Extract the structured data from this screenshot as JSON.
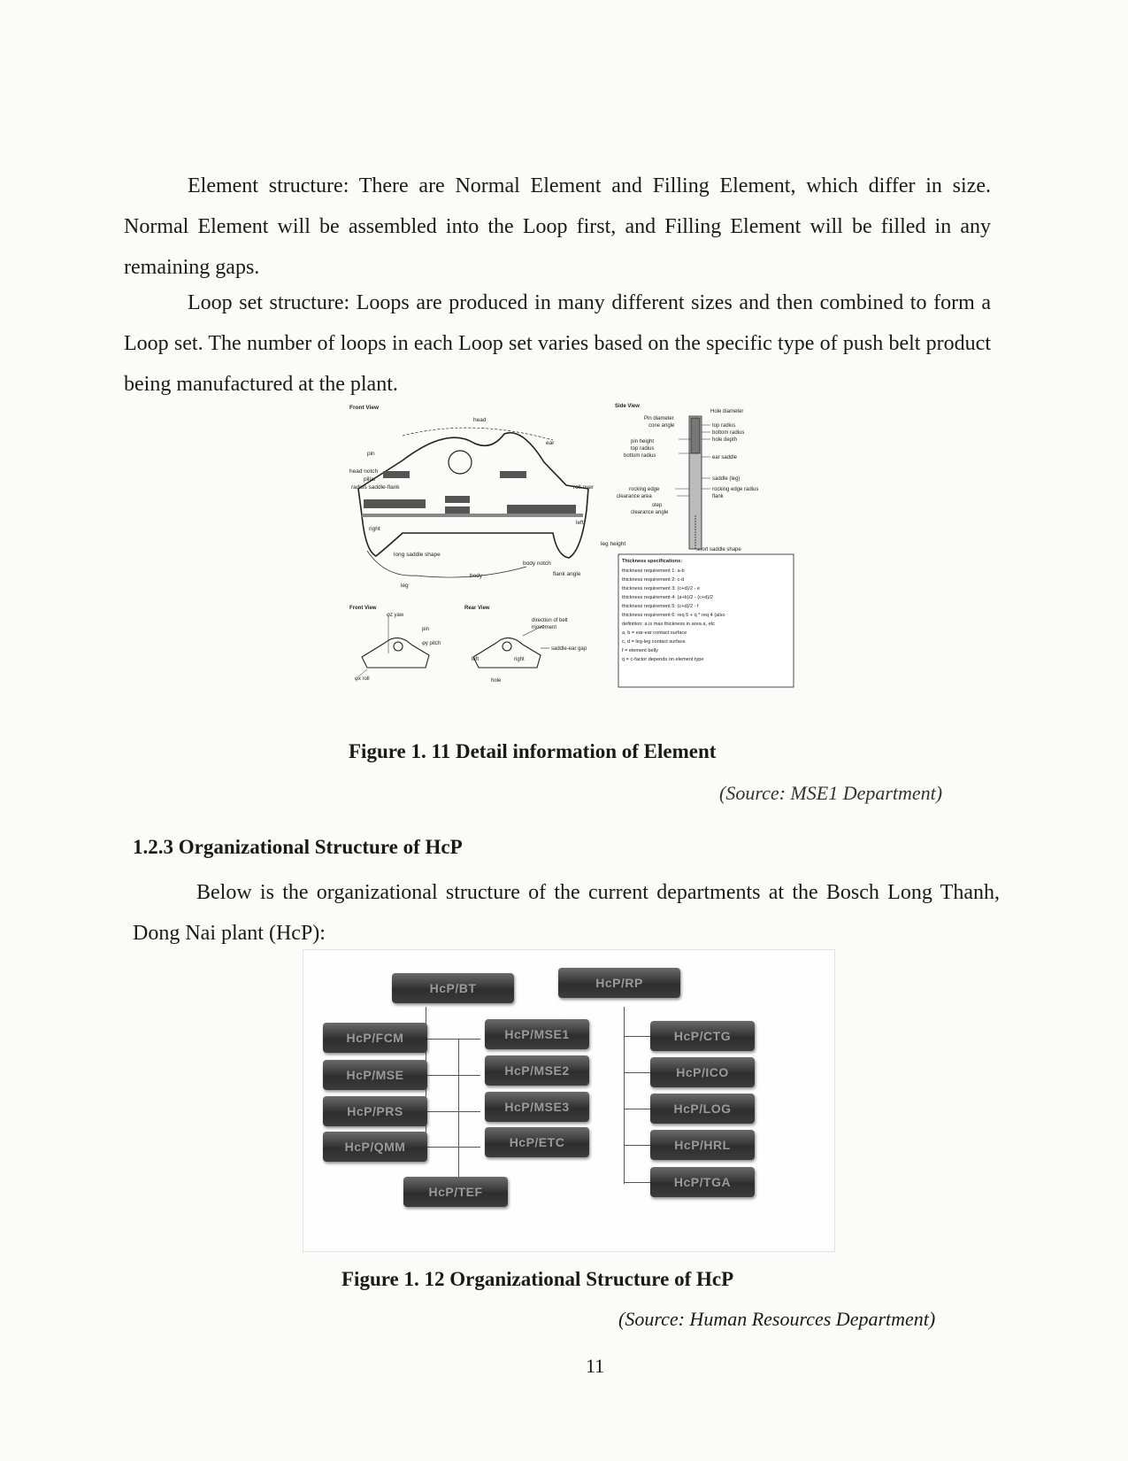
{
  "paragraphs": [
    "Element structure: There are Normal Element and Filling Element, which differ in size. Normal Element will be assembled into the Loop first, and Filling Element will be filled in any remaining gaps.",
    "Loop set structure:  Loops are produced in many different sizes and then combined to form a Loop set. The number of loops in each Loop set varies based on the specific type of push belt product being manufactured at the plant."
  ],
  "figure_11": {
    "front_view_title": "Front View",
    "front_labels": {
      "head": "head",
      "ear": "ear",
      "pin": "pin",
      "head_notch": "head notch",
      "pillar": "pillar",
      "radius_saddle_flank": "radius saddle-flank",
      "roll_over": "roll over",
      "right": "right",
      "left": "left",
      "leg_height": "leg height",
      "long_saddle_shape": "long saddle shape",
      "body_notch": "body notch",
      "flank_angle": "flank angle",
      "body": "body",
      "leg": "leg"
    },
    "side_view_title": "Side View",
    "side_labels": {
      "hole_diameter": "Hole diameter",
      "pin_diameter": "Pin diameter",
      "cone_angle": "cone angle",
      "pin_height": "pin height",
      "top_radius": "top radius",
      "bottom_radius": "bottom radius",
      "top_radius_r": "top radius",
      "bottom_radius_r": "bottom radius",
      "hole_depth": "hole depth",
      "ear_saddle": "ear saddle",
      "saddle_leg": "saddle (leg)",
      "rocking_edge": "rocking edge",
      "clearance_area": "clearance area",
      "rocking_edge_radius": "rocking edge radius",
      "flank": "flank",
      "step": "step",
      "clearance_angle": "clearance angle",
      "short_saddle_shape": "short saddle shape"
    },
    "thickness_box": {
      "title": "Thickness specifications:",
      "lines": [
        "thickness requirement 1: a-b",
        "thickness requirement 2: c-d",
        "thickness requirement 3: (c+d)/2 - e",
        "thickness requirement 4: (a+b)/2 - (c+d)/2",
        "thickness requirement 5: (c+d)/2 - f",
        "thickness requirement 6: req 5 + q * req 4 (also",
        "definition: a is max thickness in area a, etc",
        "a, b = ear-ear contact surface",
        "c, d = leg-leg contact surface",
        "f    = element belly",
        "q    = c-factor depends on element type"
      ]
    },
    "front_view2_title": "Front View",
    "rear_view_title": "Rear View",
    "axis_labels": {
      "yaw": "φz yaw",
      "pin": "pin",
      "pitch": "φy pitch",
      "roll": "φx roll"
    },
    "rear_labels": {
      "direction": "direction of belt",
      "movement": "movement",
      "saddle_ear_gap": "saddle-ear gap",
      "left": "left",
      "right": "right",
      "hole": "hole"
    }
  },
  "figure_11_caption": "Figure 1. 11 Detail information of Element",
  "figure_11_source": "(Source: MSE1 Department)",
  "section_heading": "1.2.3 Organizational Structure of HcP",
  "section_paragraph": "Below is the organizational structure of the current departments at the Bosch Long Thanh, Dong Nai plant (HcP):",
  "org_chart": {
    "top": [
      "HcP/BT",
      "HcP/RP"
    ],
    "left": [
      "HcP/FCM",
      "HcP/MSE",
      "HcP/PRS",
      "HcP/QMM"
    ],
    "middle": [
      "HcP/MSE1",
      "HcP/MSE2",
      "HcP/MSE3",
      "HcP/ETC"
    ],
    "right": [
      "HcP/CTG",
      "HcP/ICO",
      "HcP/LOG",
      "HcP/HRL",
      "HcP/TGA"
    ],
    "bottom": "HcP/TEF"
  },
  "figure_12_caption": "Figure 1. 12 Organizational Structure of HcP",
  "figure_12_source": "(Source: Human Resources Department)",
  "page_number": "11"
}
